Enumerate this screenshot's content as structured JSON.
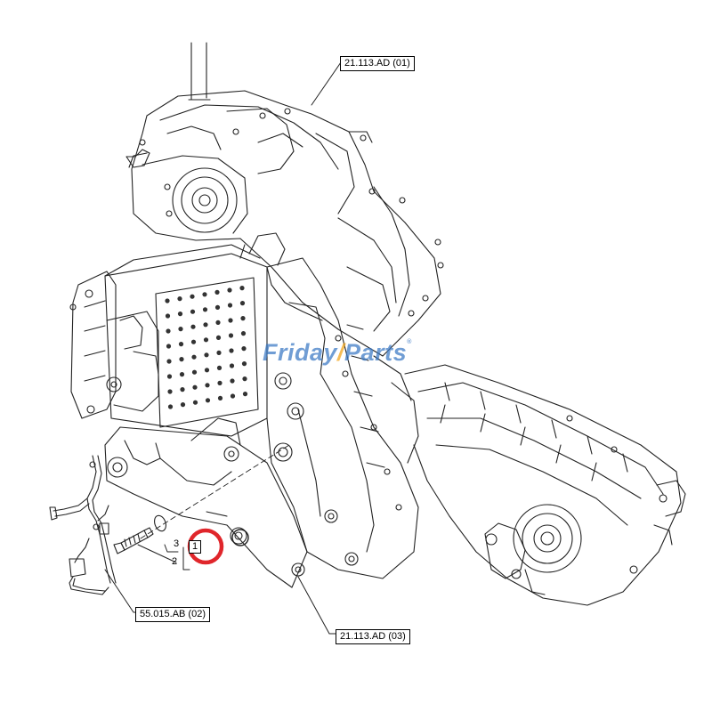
{
  "callouts": {
    "ref_top": "21.113.AD (01)",
    "ref_bottom_right": "21.113.AD (03)",
    "ref_bottom_left": "55.015.AB (02)"
  },
  "items": {
    "item_3": "3",
    "item_2": "2",
    "item_1": "1"
  },
  "watermark": {
    "part_a": "Friday",
    "part_b": "Parts",
    "mark": "®",
    "color_primary": "#3a78c4",
    "color_accent": "#f2a316"
  },
  "highlight": {
    "color": "#e0262b"
  }
}
